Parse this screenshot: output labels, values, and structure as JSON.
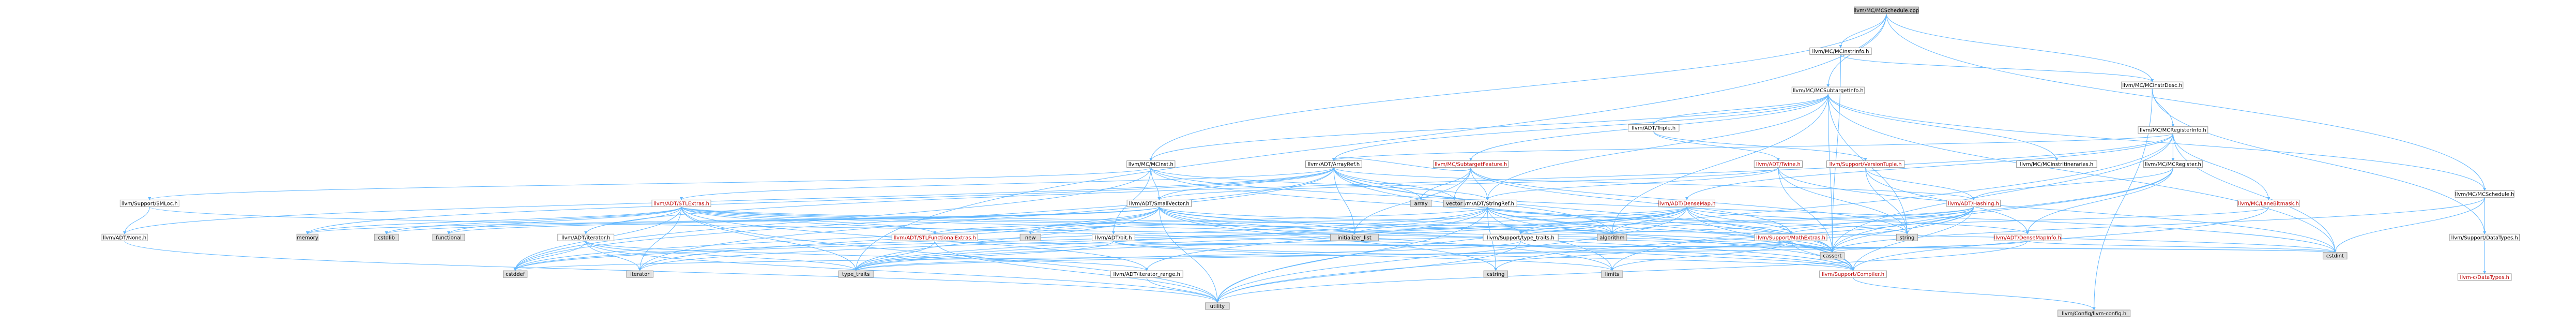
{
  "title": "llvm/MC/MCSchedule.cpp",
  "colors": {
    "edge_include": "#63b8ff",
    "edge_transitive": "#ff8c00",
    "label_link": "#000000",
    "label_redlink": "#c00000",
    "node_root": "#bfbfbf",
    "node_system": "#e0e0e0",
    "node_local": "#ffffff",
    "node_border": "#999999"
  },
  "nodes": [
    {
      "id": "root",
      "label": "llvm/MC/MCSchedule.cpp",
      "kind": "root"
    },
    {
      "id": "mcinstrinfo",
      "label": "llvm/MC/MCInstrInfo.h",
      "kind": "local",
      "color": "black"
    },
    {
      "id": "mcinstrdesc",
      "label": "llvm/MC/MCInstrDesc.h",
      "kind": "local",
      "color": "black"
    },
    {
      "id": "mcsubtargetinfo",
      "label": "llvm/MC/MCSubtargetInfo.h",
      "kind": "local",
      "color": "black"
    },
    {
      "id": "triple",
      "label": "llvm/ADT/Triple.h",
      "kind": "local",
      "color": "black"
    },
    {
      "id": "mcregisterinfo",
      "label": "llvm/MC/MCRegisterInfo.h",
      "kind": "local",
      "color": "black"
    },
    {
      "id": "mcinst",
      "label": "llvm/MC/MCInst.h",
      "kind": "local",
      "color": "black"
    },
    {
      "id": "arrayref",
      "label": "llvm/ADT/ArrayRef.h",
      "kind": "local",
      "color": "black"
    },
    {
      "id": "subtargetfeature",
      "label": "llvm/MC/SubtargetFeature.h",
      "kind": "local",
      "color": "red"
    },
    {
      "id": "twine",
      "label": "llvm/ADT/Twine.h",
      "kind": "local",
      "color": "red"
    },
    {
      "id": "versiontuple",
      "label": "llvm/Support/VersionTuple.h",
      "kind": "local",
      "color": "red"
    },
    {
      "id": "mcinstrinfoenum",
      "label": "llvm/MC/MCInstrItineraries.h",
      "kind": "local",
      "color": "black"
    },
    {
      "id": "mcregister",
      "label": "llvm/MC/MCRegister.h",
      "kind": "local",
      "color": "black"
    },
    {
      "id": "mcschedule",
      "label": "llvm/MC/MCSchedule.h",
      "kind": "local",
      "color": "black"
    },
    {
      "id": "smloc",
      "label": "llvm/Support/SMLoc.h",
      "kind": "local",
      "color": "black"
    },
    {
      "id": "stlextras",
      "label": "llvm/ADT/STLExtras.h",
      "kind": "local",
      "color": "red"
    },
    {
      "id": "smallvector",
      "label": "llvm/ADT/SmallVector.h",
      "kind": "local",
      "color": "black"
    },
    {
      "id": "stringref",
      "label": "llvm/ADT/StringRef.h",
      "kind": "local",
      "color": "black"
    },
    {
      "id": "densemap",
      "label": "llvm/ADT/DenseMap.h",
      "kind": "local",
      "color": "red"
    },
    {
      "id": "hashing",
      "label": "llvm/ADT/Hashing.h",
      "kind": "local",
      "color": "red"
    },
    {
      "id": "lanebitmask",
      "label": "llvm/MC/LaneBitmask.h",
      "kind": "local",
      "color": "red"
    },
    {
      "id": "none",
      "label": "llvm/ADT/None.h",
      "kind": "local",
      "color": "black"
    },
    {
      "id": "iterator",
      "label": "llvm/ADT/iterator.h",
      "kind": "local",
      "color": "black"
    },
    {
      "id": "stlfunctional",
      "label": "llvm/ADT/STLFunctionalExtras.h",
      "kind": "local",
      "color": "red"
    },
    {
      "id": "bit",
      "label": "llvm/ADT/bit.h",
      "kind": "local",
      "color": "black"
    },
    {
      "id": "typetraits",
      "label": "llvm/Support/type_traits.h",
      "kind": "local",
      "color": "black"
    },
    {
      "id": "mathextras",
      "label": "llvm/Support/MathExtras.h",
      "kind": "local",
      "color": "red"
    },
    {
      "id": "densemapinfo",
      "label": "llvm/ADT/DenseMapInfo.h",
      "kind": "local",
      "color": "red"
    },
    {
      "id": "datatypes",
      "label": "llvm/Support/DataTypes.h",
      "kind": "local",
      "color": "black"
    },
    {
      "id": "iteratorrange",
      "label": "llvm/ADT/iterator_range.h",
      "kind": "local",
      "color": "black"
    },
    {
      "id": "compiler",
      "label": "llvm/Support/Compiler.h",
      "kind": "local",
      "color": "red"
    },
    {
      "id": "cdatatypes",
      "label": "llvm-c/DataTypes.h",
      "kind": "local",
      "color": "red"
    },
    {
      "id": "llvmconfig",
      "label": "llvm/Config/llvm-config.h",
      "kind": "std"
    },
    {
      "id": "s_memory",
      "label": "memory",
      "kind": "std"
    },
    {
      "id": "s_cstdlib",
      "label": "cstdlib",
      "kind": "std"
    },
    {
      "id": "s_functional",
      "label": "functional",
      "kind": "std"
    },
    {
      "id": "s_cstddef",
      "label": "cstddef",
      "kind": "std"
    },
    {
      "id": "s_iterator",
      "label": "iterator",
      "kind": "std"
    },
    {
      "id": "s_array",
      "label": "array",
      "kind": "std"
    },
    {
      "id": "s_vector",
      "label": "vector",
      "kind": "std"
    },
    {
      "id": "s_initlist",
      "label": "initializer_list",
      "kind": "std"
    },
    {
      "id": "s_algorithm",
      "label": "algorithm",
      "kind": "std"
    },
    {
      "id": "s_new",
      "label": "new",
      "kind": "std"
    },
    {
      "id": "s_typetraits",
      "label": "type_traits",
      "kind": "std"
    },
    {
      "id": "s_cstring",
      "label": "cstring",
      "kind": "std"
    },
    {
      "id": "s_limits",
      "label": "limits",
      "kind": "std"
    },
    {
      "id": "s_string",
      "label": "string",
      "kind": "std"
    },
    {
      "id": "s_cassert",
      "label": "cassert",
      "kind": "std"
    },
    {
      "id": "s_cstdint",
      "label": "cstdint",
      "kind": "std"
    },
    {
      "id": "s_utility",
      "label": "utility",
      "kind": "std"
    }
  ],
  "edges": [
    [
      "root",
      "mcinstrinfo"
    ],
    [
      "root",
      "mcinstrdesc"
    ],
    [
      "root",
      "mcsubtargetinfo"
    ],
    [
      "root",
      "mcschedule"
    ],
    [
      "root",
      "mcinst"
    ],
    [
      "root",
      "s_typetraits"
    ],
    [
      "mcinstrinfo",
      "mcinstrdesc"
    ],
    [
      "mcinstrinfo",
      "s_cassert"
    ],
    [
      "mcinstrdesc",
      "mcregisterinfo"
    ],
    [
      "mcinstrdesc",
      "datatypes"
    ],
    [
      "mcinstrdesc",
      "llvmconfig"
    ],
    [
      "mcsubtargetinfo",
      "triple"
    ],
    [
      "mcsubtargetinfo",
      "arrayref"
    ],
    [
      "mcsubtargetinfo",
      "subtargetfeature"
    ],
    [
      "mcsubtargetinfo",
      "mcinstrinfoenum"
    ],
    [
      "mcsubtargetinfo",
      "mcschedule"
    ],
    [
      "mcsubtargetinfo",
      "stringref"
    ],
    [
      "mcsubtargetinfo",
      "s_cassert"
    ],
    [
      "mcsubtargetinfo",
      "s_cstdint"
    ],
    [
      "mcsubtargetinfo",
      "s_string"
    ],
    [
      "mcsubtargetinfo",
      "s_algorithm"
    ],
    [
      "mcsubtargetinfo",
      "mcinst"
    ],
    [
      "triple",
      "twine"
    ],
    [
      "triple",
      "versiontuple"
    ],
    [
      "mcregisterinfo",
      "mcregister"
    ],
    [
      "mcregisterinfo",
      "lanebitmask"
    ],
    [
      "mcregisterinfo",
      "densemap"
    ],
    [
      "mcregisterinfo",
      "s_cassert"
    ],
    [
      "mcregisterinfo",
      "s_cstdint"
    ],
    [
      "mcregisterinfo",
      "s_utility"
    ],
    [
      "mcregisterinfo",
      "iterator"
    ],
    [
      "mcregisterinfo",
      "arrayref"
    ],
    [
      "mcinst",
      "smallvector"
    ],
    [
      "mcinst",
      "smloc"
    ],
    [
      "mcinst",
      "bit"
    ],
    [
      "mcinst",
      "stringref"
    ],
    [
      "mcinst",
      "s_cstddef"
    ],
    [
      "mcinst",
      "s_cassert"
    ],
    [
      "mcinst",
      "s_cstdint"
    ],
    [
      "arrayref",
      "stlextras"
    ],
    [
      "arrayref",
      "smallvector"
    ],
    [
      "arrayref",
      "hashing"
    ],
    [
      "arrayref",
      "none"
    ],
    [
      "arrayref",
      "compiler"
    ],
    [
      "arrayref",
      "s_array"
    ],
    [
      "arrayref",
      "s_vector"
    ],
    [
      "arrayref",
      "s_initlist"
    ],
    [
      "arrayref",
      "s_iterator"
    ],
    [
      "arrayref",
      "s_cstddef"
    ],
    [
      "arrayref",
      "s_algorithm"
    ],
    [
      "arrayref",
      "s_memory"
    ],
    [
      "arrayref",
      "s_cassert"
    ],
    [
      "subtargetfeature",
      "arrayref"
    ],
    [
      "subtargetfeature",
      "stringref"
    ],
    [
      "subtargetfeature",
      "mathextras"
    ],
    [
      "subtargetfeature",
      "s_array"
    ],
    [
      "subtargetfeature",
      "s_initlist"
    ],
    [
      "subtargetfeature",
      "s_string"
    ],
    [
      "subtargetfeature",
      "s_vector"
    ],
    [
      "twine",
      "smallvector"
    ],
    [
      "twine",
      "stringref"
    ],
    [
      "twine",
      "s_cassert"
    ],
    [
      "twine",
      "s_cstdint"
    ],
    [
      "twine",
      "s_string"
    ],
    [
      "versiontuple",
      "densemapinfo"
    ],
    [
      "versiontuple",
      "hashing"
    ],
    [
      "versiontuple",
      "s_string"
    ],
    [
      "mcregister",
      "densemapinfo"
    ],
    [
      "mcregister",
      "hashing"
    ],
    [
      "mcregister",
      "s_cassert"
    ],
    [
      "mcregister",
      "s_limits"
    ],
    [
      "mcschedule",
      "datatypes"
    ],
    [
      "mcschedule",
      "s_cassert"
    ],
    [
      "mcschedule",
      "s_cstdint"
    ],
    [
      "smloc",
      "none"
    ],
    [
      "smloc",
      "s_cassert"
    ],
    [
      "stlextras",
      "s_memory"
    ],
    [
      "stlextras",
      "s_cstdlib"
    ],
    [
      "stlextras",
      "s_functional"
    ],
    [
      "stlextras",
      "iterator"
    ],
    [
      "stlextras",
      "stlfunctional"
    ],
    [
      "stlextras",
      "iteratorrange"
    ],
    [
      "stlextras",
      "s_typetraits"
    ],
    [
      "stlextras",
      "s_utility"
    ],
    [
      "stlextras",
      "s_cassert"
    ],
    [
      "stlextras",
      "s_initlist"
    ],
    [
      "stlextras",
      "s_algorithm"
    ],
    [
      "stlextras",
      "s_cstddef"
    ],
    [
      "stlextras",
      "s_cstdint"
    ],
    [
      "stlextras",
      "s_iterator"
    ],
    [
      "stlextras",
      "compiler"
    ],
    [
      "smallvector",
      "s_memory"
    ],
    [
      "smallvector",
      "s_new"
    ],
    [
      "smallvector",
      "s_initlist"
    ],
    [
      "smallvector",
      "s_algorithm"
    ],
    [
      "smallvector",
      "s_cstddef"
    ],
    [
      "smallvector",
      "s_cstdlib"
    ],
    [
      "smallvector",
      "s_cstring"
    ],
    [
      "smallvector",
      "s_functional"
    ],
    [
      "smallvector",
      "s_iterator"
    ],
    [
      "smallvector",
      "s_limits"
    ],
    [
      "smallvector",
      "s_utility"
    ],
    [
      "smallvector",
      "s_cassert"
    ],
    [
      "smallvector",
      "s_typetraits"
    ],
    [
      "smallvector",
      "compiler"
    ],
    [
      "stringref",
      "stlfunctional"
    ],
    [
      "stringref",
      "iteratorrange"
    ],
    [
      "stringref",
      "compiler"
    ],
    [
      "stringref",
      "s_algorithm"
    ],
    [
      "stringref",
      "s_cassert"
    ],
    [
      "stringref",
      "s_cstddef"
    ],
    [
      "stringref",
      "s_cstring"
    ],
    [
      "stringref",
      "s_limits"
    ],
    [
      "stringref",
      "s_string"
    ],
    [
      "stringref",
      "s_typetraits"
    ],
    [
      "stringref",
      "s_utility"
    ],
    [
      "densemap",
      "densemapinfo"
    ],
    [
      "densemap",
      "mathextras"
    ],
    [
      "densemap",
      "typetraits"
    ],
    [
      "densemap",
      "s_algorithm"
    ],
    [
      "densemap",
      "s_cassert"
    ],
    [
      "densemap",
      "s_cstddef"
    ],
    [
      "densemap",
      "s_initlist"
    ],
    [
      "densemap",
      "s_iterator"
    ],
    [
      "densemap",
      "s_new"
    ],
    [
      "densemap",
      "s_typetraits"
    ],
    [
      "densemap",
      "s_utility"
    ],
    [
      "densemap",
      "compiler"
    ],
    [
      "hashing",
      "typetraits"
    ],
    [
      "hashing",
      "s_algorithm"
    ],
    [
      "hashing",
      "s_cassert"
    ],
    [
      "hashing",
      "s_cstring"
    ],
    [
      "hashing",
      "s_string"
    ],
    [
      "hashing",
      "s_typetraits"
    ],
    [
      "hashing",
      "s_utility"
    ],
    [
      "hashing",
      "compiler"
    ],
    [
      "lanebitmask",
      "mathextras"
    ],
    [
      "lanebitmask",
      "compiler"
    ],
    [
      "iterator",
      "iteratorrange"
    ],
    [
      "iterator",
      "s_cstddef"
    ],
    [
      "iterator",
      "s_iterator"
    ],
    [
      "iterator",
      "s_typetraits"
    ],
    [
      "iterator",
      "s_utility"
    ],
    [
      "stlfunctional",
      "s_cstdint"
    ],
    [
      "stlfunctional",
      "s_type_traits_dummy"
    ],
    [
      "stlfunctional",
      "s_typetraits"
    ],
    [
      "stlfunctional",
      "s_utility"
    ],
    [
      "bit",
      "compiler"
    ],
    [
      "bit",
      "s_cstdint"
    ],
    [
      "bit",
      "s_limits"
    ],
    [
      "bit",
      "s_typetraits"
    ],
    [
      "typetraits",
      "compiler"
    ],
    [
      "typetraits",
      "s_typetraits"
    ],
    [
      "typetraits",
      "s_utility"
    ],
    [
      "mathextras",
      "compiler"
    ],
    [
      "mathextras",
      "s_cassert"
    ],
    [
      "mathextras",
      "s_limits"
    ],
    [
      "mathextras",
      "s_typetraits"
    ],
    [
      "densemapinfo",
      "s_cassert"
    ],
    [
      "densemapinfo",
      "s_cstddef"
    ],
    [
      "densemapinfo",
      "s_cstdint"
    ],
    [
      "densemapinfo",
      "s_utility"
    ],
    [
      "datatypes",
      "cdatatypes"
    ],
    [
      "iteratorrange",
      "s_utility"
    ],
    [
      "compiler",
      "llvmconfig"
    ],
    [
      "none",
      "s_utility"
    ]
  ]
}
